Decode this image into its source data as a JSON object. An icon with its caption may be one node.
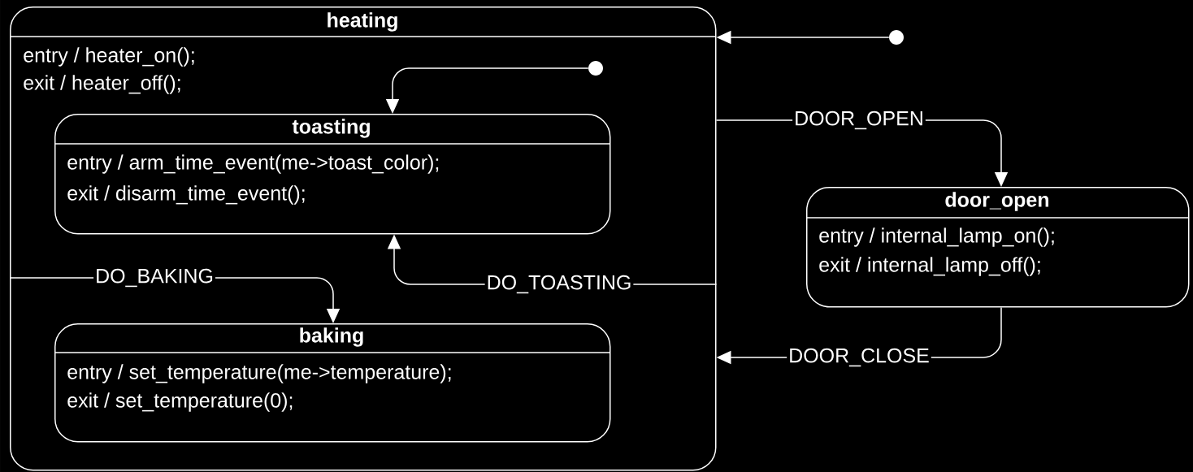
{
  "diagram": {
    "nodes": [
      {
        "text": [
          "heating",
          "entry / heater_on();",
          "exit / heater_off();"
        ]
      },
      {
        "text": [
          "toasting",
          "entry / arm_time_event(me->toast_color);",
          "exit / disarm_time_event();"
        ],
        "in": 0
      },
      {
        "text": [
          "baking",
          "entry / set_temperature(me->temperature);",
          "exit / set_temperature(0);"
        ],
        "in": 0
      },
      {
        "text": [
          "door_open",
          "entry / internal_lamp_on();",
          "exit / internal_lamp_off();"
        ]
      },
      {
        "text": [],
        "shape": "circle"
      },
      {
        "text": [],
        "shape": "circle",
        "in": 0
      }
    ],
    "edges": [
      {
        "from": 4,
        "to": 0,
        "arrow": "to"
      },
      {
        "from": 5,
        "to": 1,
        "arrow": "to"
      },
      {
        "from": 0,
        "to": 3,
        "label": "DOOR_OPEN",
        "arrow": "to"
      },
      {
        "from": 3,
        "to": 0,
        "label": "DOOR_CLOSE",
        "arrow": "to"
      },
      {
        "from": 0,
        "to": 2,
        "label": "DO_BAKING",
        "arrow": "to"
      },
      {
        "from": 0,
        "to": 1,
        "label": "DO_TOASTING",
        "arrow": "to"
      }
    ]
  }
}
